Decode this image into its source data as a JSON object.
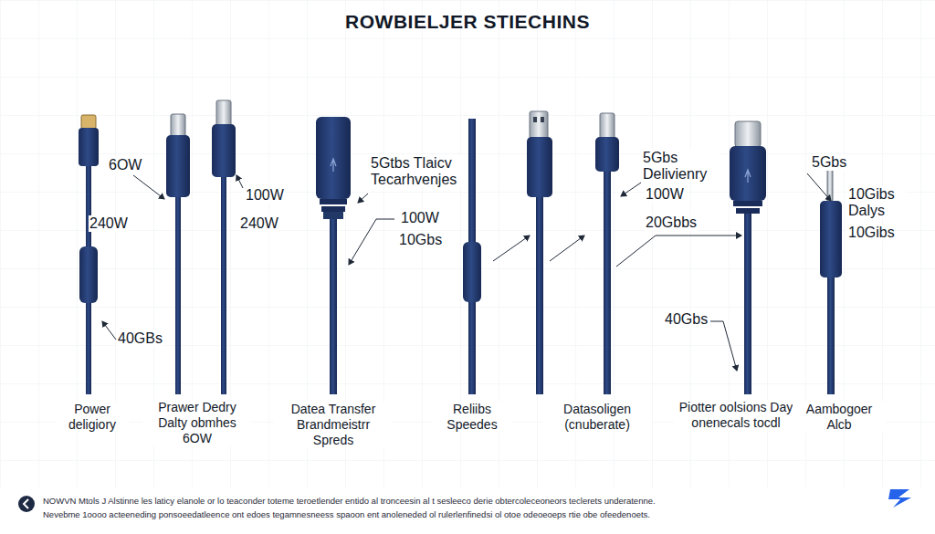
{
  "diagram": {
    "title": "ROWBIELJER STIECHINS",
    "labels": [
      "6OW",
      "240W",
      "40GBs",
      "Power deligiory",
      "100W",
      "240W",
      "Prawer Dedry Dalty obmhes 6OW",
      "5Gtbs Tlaicv Tecarhvenjes",
      "100W",
      "10Gbs",
      "Datea Transfer Brandmeistrr Spreds",
      "Reliibs Speedes",
      "5Gbs Delivienry",
      "100W",
      "20Gbbs",
      "Datasoligen (cnuberate)",
      "40Gbs",
      "Piotter oolsions Day onenecals tocdl",
      "5Gbs",
      "10Gibs Dalys",
      "10Gibs",
      "Aambogoer Alcb",
      "NOWVN Mtols J Alstinne les laticy elanole or lo teaconder toteme teroetlender entido al tronceesin al t sesleeco derie obtercoleceoneors teclerets underatenne.",
      "Nevebme 1oooo acteeneding ponsoeedatleence ont edoes tegamnesneess spaoon ent anoleneded ol rulerlenfinedsi ol otoe odeoeoeps rtie obe ofeedenoets."
    ]
  }
}
